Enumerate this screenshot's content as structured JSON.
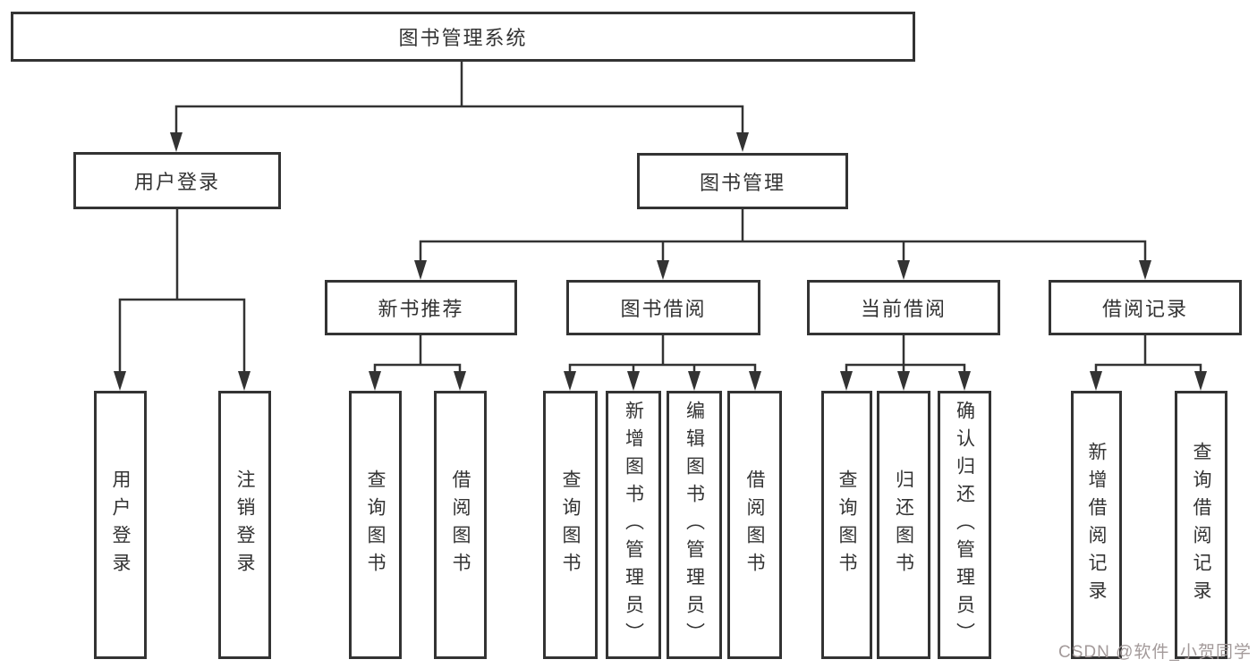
{
  "diagram": {
    "root": {
      "label": "图书管理系统"
    },
    "user_module": {
      "label": "用户登录",
      "children": [
        {
          "label": "用户登录"
        },
        {
          "label": "注销登录"
        }
      ]
    },
    "book_module": {
      "label": "图书管理",
      "groups": [
        {
          "label": "新书推荐",
          "children": [
            {
              "label": "查询图书"
            },
            {
              "label": "借阅图书"
            }
          ]
        },
        {
          "label": "图书借阅",
          "children": [
            {
              "label": "查询图书"
            },
            {
              "label": "新增图书（管理员）"
            },
            {
              "label": "编辑图书（管理员）"
            },
            {
              "label": "借阅图书"
            }
          ]
        },
        {
          "label": "当前借阅",
          "children": [
            {
              "label": "查询图书"
            },
            {
              "label": "归还图书"
            },
            {
              "label": "确认归还（管理员）"
            }
          ]
        },
        {
          "label": "借阅记录",
          "children": [
            {
              "label": "新增借阅记录"
            },
            {
              "label": "查询借阅记录"
            }
          ]
        }
      ]
    }
  },
  "watermark": {
    "text": "CSDN @软件_小贺同学",
    "color": "#a39a9a"
  },
  "colors": {
    "line": "#333333",
    "box_border": "#333333",
    "text": "#333333",
    "background": "#ffffff"
  }
}
